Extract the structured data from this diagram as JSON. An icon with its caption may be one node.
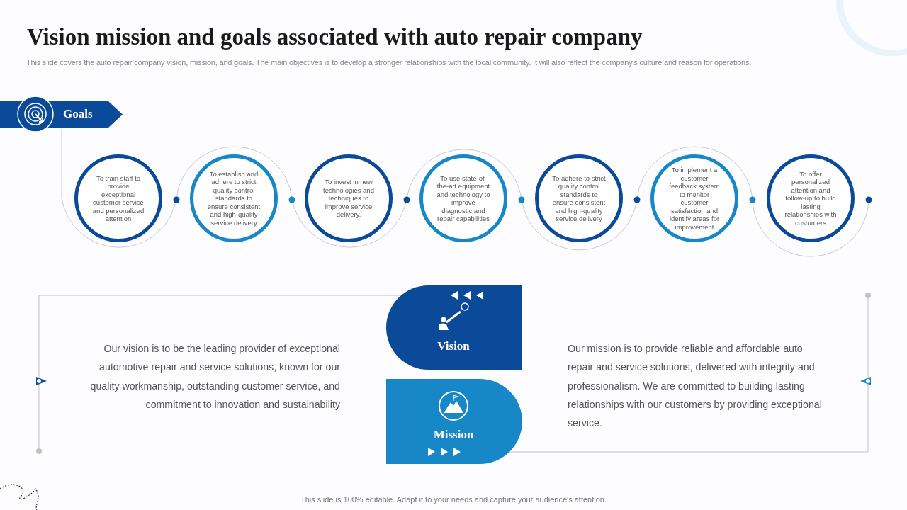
{
  "diagram": {
    "title": "Vision mission and goals associated with auto repair company",
    "nodes": [
      {
        "text": [
          "Goals"
        ]
      },
      {
        "text": [
          "To train staff to provide exceptional customer service and personalized attention"
        ]
      },
      {
        "text": [
          "To establish and adhere to strict quality control standards to ensure consistent and high-quality service delivery"
        ]
      },
      {
        "text": [
          "To invest in new technologies and techniques to improve service delivery."
        ]
      },
      {
        "text": [
          "To use state-of-the-art equipment and technology to improve diagnostic and repair capabilities"
        ]
      },
      {
        "text": [
          "To adhere to strict quality control standards to ensure consistent and high-quality service delivery"
        ]
      },
      {
        "text": [
          "To implement a customer feedback system to monitor customer satisfaction and identify areas for improvement"
        ]
      },
      {
        "text": [
          "To offer personalized attention and follow-up to build lasting relationships with customers"
        ]
      },
      {
        "text": [
          "Vision"
        ]
      },
      {
        "text": [
          "Mission"
        ]
      }
    ],
    "labels": [
      "This slide covers the auto repair company vision, mission, and goals. The main objectives is to develop a stronger relationships with the local community. It will also reflect the company's culture and reason for operations.",
      "Our vision is to be the leading provider of exceptional automotive repair and service solutions, known for our quality workmanship, outstanding customer service, and commitment to innovation and sustainability",
      "Our mission is to provide reliable and affordable auto repair and service solutions, delivered with integrity and professionalism. We are committed to building lasting relationships with our customers by providing exceptional service.",
      "This slide is 100% editable. Adapt it to your needs and capture your audience's attention."
    ]
  }
}
